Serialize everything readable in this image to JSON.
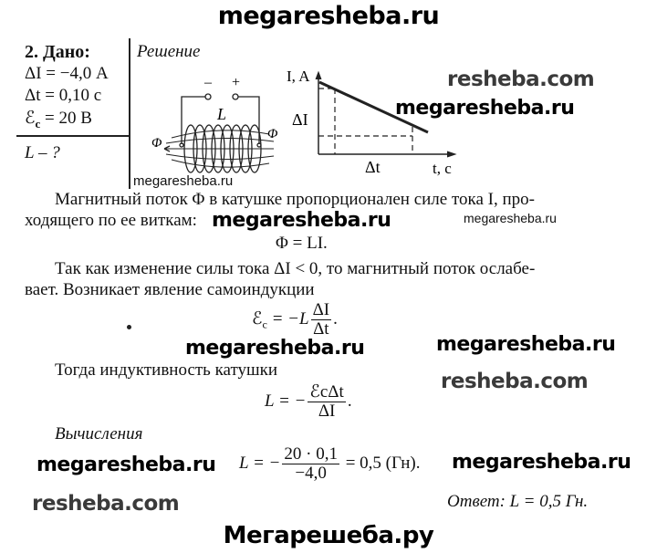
{
  "header": {
    "watermark": "megaresheba.ru"
  },
  "given": {
    "title": "2. Дано:",
    "items": [
      "ΔI = −4,0 А",
      "Δt = 0,10 с",
      "ℰ",
      "= 20 В"
    ],
    "emf_sub": "c",
    "find": "L – ?"
  },
  "solution": {
    "title": "Решение"
  },
  "coil": {
    "minus": "–",
    "plus": "+",
    "label": "L",
    "flux_left": "Φ",
    "flux_right": "Φ"
  },
  "graph": {
    "y_label": "I, A",
    "x_label": "t, c",
    "delta_i": "ΔI",
    "delta_t": "Δt"
  },
  "watermarks": {
    "small": "megaresheba.ru",
    "mega": "megaresheba.ru",
    "resheba": "resheba.com"
  },
  "body": {
    "p1_line1": "Магнитный поток Φ в катушке пропорционален силе тока I, про-",
    "p1_line2": "ходящего по ее виткам:",
    "eq1": "Φ = LI.",
    "p2_line1": "Так как изменение силы тока ΔI < 0, то магнитный поток ослабе-",
    "p2_line2": "вает. Возникает явление самоиндукции",
    "eq2_left": "ℰ",
    "eq2_sub": "c",
    "eq2_mid": " = −L",
    "eq2_num": "ΔI",
    "eq2_den": "Δt",
    "p3": "Тогда индуктивность катушки",
    "eq3_left": "L = −",
    "eq3_num": "ℰcΔt",
    "eq3_den": "ΔI",
    "calc_title": "Вычисления",
    "eq4_left": "L = −",
    "eq4_num": "20 · 0,1",
    "eq4_den": "−4,0",
    "eq4_right": "= 0,5 (Гн).",
    "answer": "Ответ: L = 0,5 Гн."
  },
  "footer": {
    "watermark": "Мегарешеба.ру"
  }
}
